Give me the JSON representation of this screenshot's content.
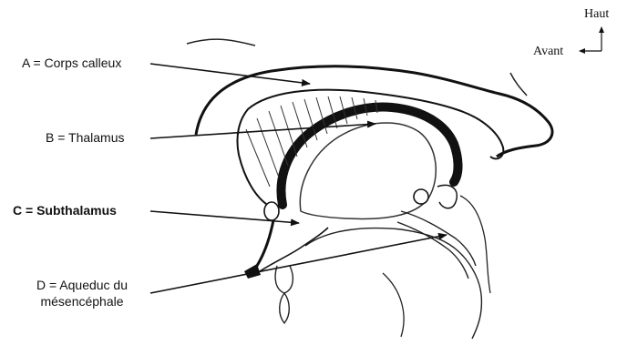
{
  "labels": {
    "a": "A = Corps calleux",
    "b": "B = Thalamus",
    "c": "C = Subthalamus",
    "d_line1": "D = Aqueduc du",
    "d_line2": "mésencéphale"
  },
  "orientation": {
    "up": "Haut",
    "front": "Avant"
  }
}
